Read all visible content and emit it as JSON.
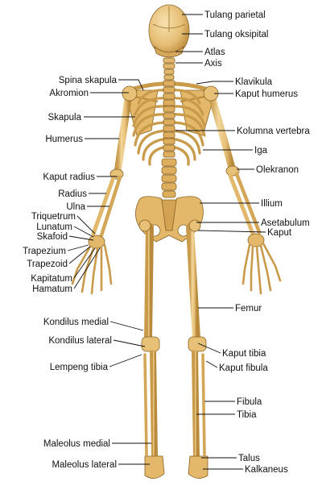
{
  "colors": {
    "bone": "#e7c178",
    "bone_light": "#f4dca6",
    "bone_shadow": "#c99a4a",
    "outline": "#8a6224",
    "background": "#ffffff",
    "label_text": "#111111"
  },
  "labels": {
    "left": [
      {
        "id": "spina-skapula",
        "text": "Spina skapula"
      },
      {
        "id": "akromion",
        "text": "Akromion"
      },
      {
        "id": "skapula",
        "text": "Skapula"
      },
      {
        "id": "humerus",
        "text": "Humerus"
      },
      {
        "id": "kaput-radius",
        "text": "Kaput radius"
      },
      {
        "id": "radius",
        "text": "Radius"
      },
      {
        "id": "ulna",
        "text": "Ulna"
      },
      {
        "id": "triquetrum",
        "text": "Triquetrum"
      },
      {
        "id": "lunatum",
        "text": "Lunatum"
      },
      {
        "id": "skafoid",
        "text": "Skafoid"
      },
      {
        "id": "trapezium",
        "text": "Trapezium"
      },
      {
        "id": "trapezoid",
        "text": "Trapezoid"
      },
      {
        "id": "kapitatum",
        "text": "Kapitatum"
      },
      {
        "id": "hamatum",
        "text": "Hamatum"
      },
      {
        "id": "kondilus-medial",
        "text": "Kondilus medial"
      },
      {
        "id": "kondilus-lateral",
        "text": "Kondilus lateral"
      },
      {
        "id": "lempeng-tibia",
        "text": "Lempeng tibia"
      },
      {
        "id": "maleolus-medial",
        "text": "Maleolus medial"
      },
      {
        "id": "maleolus-lateral",
        "text": "Maleolus lateral"
      }
    ],
    "right": [
      {
        "id": "tulang-parietal",
        "text": "Tulang parietal"
      },
      {
        "id": "tulang-oksipital",
        "text": "Tulang oksipital"
      },
      {
        "id": "atlas",
        "text": "Atlas"
      },
      {
        "id": "axis",
        "text": "Axis"
      },
      {
        "id": "klavikula",
        "text": "Klavikula"
      },
      {
        "id": "kaput-humerus",
        "text": "Kaput humerus"
      },
      {
        "id": "kolumna-vertebra",
        "text": "Kolumna vertebra"
      },
      {
        "id": "iga",
        "text": "Iga"
      },
      {
        "id": "olekranon",
        "text": "Olekranon"
      },
      {
        "id": "ilium",
        "text": "Illium"
      },
      {
        "id": "asetabulum",
        "text": "Asetabulum"
      },
      {
        "id": "kaput",
        "text": "Kaput"
      },
      {
        "id": "femur",
        "text": "Femur"
      },
      {
        "id": "kaput-tibia",
        "text": "Kaput tibia"
      },
      {
        "id": "kaput-fibula",
        "text": "Kaput fibula"
      },
      {
        "id": "fibula",
        "text": "Fibula"
      },
      {
        "id": "tibia",
        "text": "Tibia"
      },
      {
        "id": "talus",
        "text": "Talus"
      },
      {
        "id": "kalkaneus",
        "text": "Kalkaneus"
      }
    ]
  }
}
